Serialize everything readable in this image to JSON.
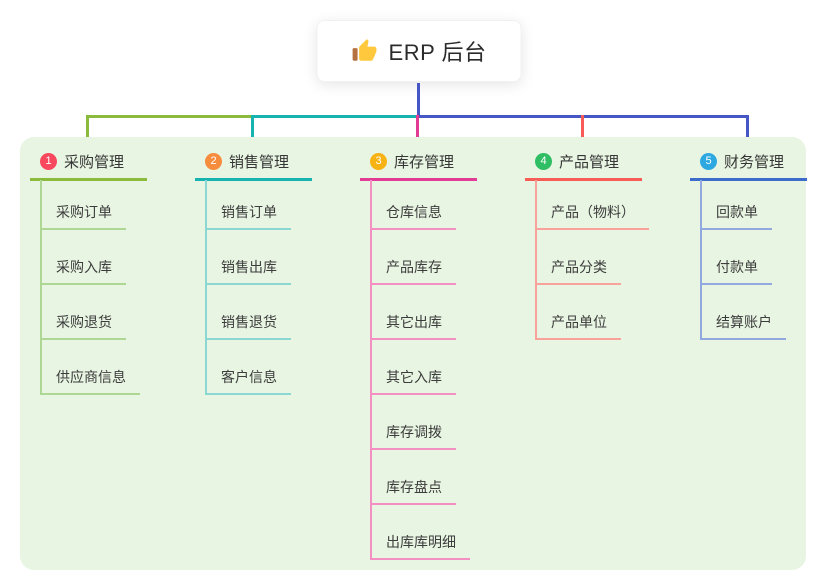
{
  "root": {
    "label": "ERP 后台",
    "icon": "thumbs-up-icon"
  },
  "connector": {
    "stem_color": "#4656C5",
    "segment_left_color": "#8ABB3D",
    "segment_mid_color": "#16B3B0",
    "segment_right_color": "#4656C5"
  },
  "panel": {
    "background": "#E8F5E2"
  },
  "branches": [
    {
      "num": "1",
      "label": "采购管理",
      "color": "#8ABB3D",
      "child_color": "#AFD794",
      "badge_color": "#F8485E",
      "drop_color": "#8ABB3D",
      "children": [
        "采购订单",
        "采购入库",
        "采购退货",
        "供应商信息"
      ]
    },
    {
      "num": "2",
      "label": "销售管理",
      "color": "#16B3B0",
      "child_color": "#8BD8D3",
      "badge_color": "#F68C3E",
      "drop_color": "#16B3B0",
      "children": [
        "销售订单",
        "销售出库",
        "销售退货",
        "客户信息"
      ]
    },
    {
      "num": "3",
      "label": "库存管理",
      "color": "#E13B95",
      "child_color": "#F48FC3",
      "badge_color": "#F7B214",
      "drop_color": "#E13B95",
      "children": [
        "仓库信息",
        "产品库存",
        "其它出库",
        "其它入库",
        "库存调拨",
        "库存盘点",
        "出库库明细"
      ]
    },
    {
      "num": "4",
      "label": "产品管理",
      "color": "#F95B57",
      "child_color": "#F9A29C",
      "badge_color": "#2FBE64",
      "drop_color": "#F95B57",
      "children": [
        "产品（物料）",
        "产品分类",
        "产品单位"
      ]
    },
    {
      "num": "5",
      "label": "财务管理",
      "color": "#3C6BCC",
      "child_color": "#92A9DF",
      "badge_color": "#2EA8E0",
      "drop_color": "#4656C5",
      "children": [
        "回款单",
        "付款单",
        "结算账户"
      ]
    }
  ]
}
